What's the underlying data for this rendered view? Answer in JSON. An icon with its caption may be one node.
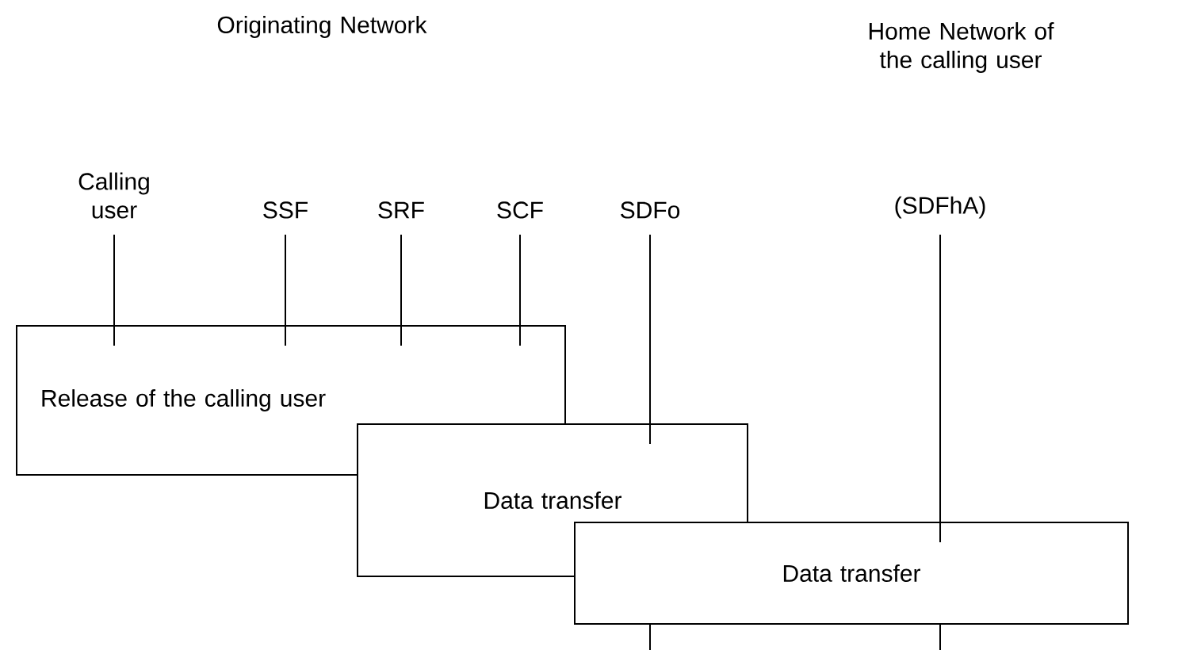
{
  "diagram": {
    "nodes": [
      {
        "text": [
          "Calling user"
        ]
      },
      {
        "text": [
          "SSF"
        ]
      },
      {
        "text": [
          "SRF"
        ]
      },
      {
        "text": [
          "SCF"
        ]
      },
      {
        "text": [
          "SDFo"
        ]
      },
      {
        "text": [
          "(SDFhA)"
        ]
      },
      {
        "text": [
          "Release of the calling user"
        ]
      },
      {
        "text": [
          "Data transfer"
        ]
      },
      {
        "text": [
          "Data transfer"
        ]
      }
    ],
    "edges": [
      {
        "from": 0,
        "to": 6,
        "arrow": "none"
      },
      {
        "from": 1,
        "to": 6,
        "arrow": "none"
      },
      {
        "from": 2,
        "to": 6,
        "arrow": "none"
      },
      {
        "from": 3,
        "to": 6,
        "arrow": "none"
      },
      {
        "from": 4,
        "to": 7,
        "arrow": "none"
      },
      {
        "from": 5,
        "to": 8,
        "arrow": "none"
      }
    ],
    "labels": [
      "Originating Network",
      "Home Network of the calling user"
    ]
  }
}
